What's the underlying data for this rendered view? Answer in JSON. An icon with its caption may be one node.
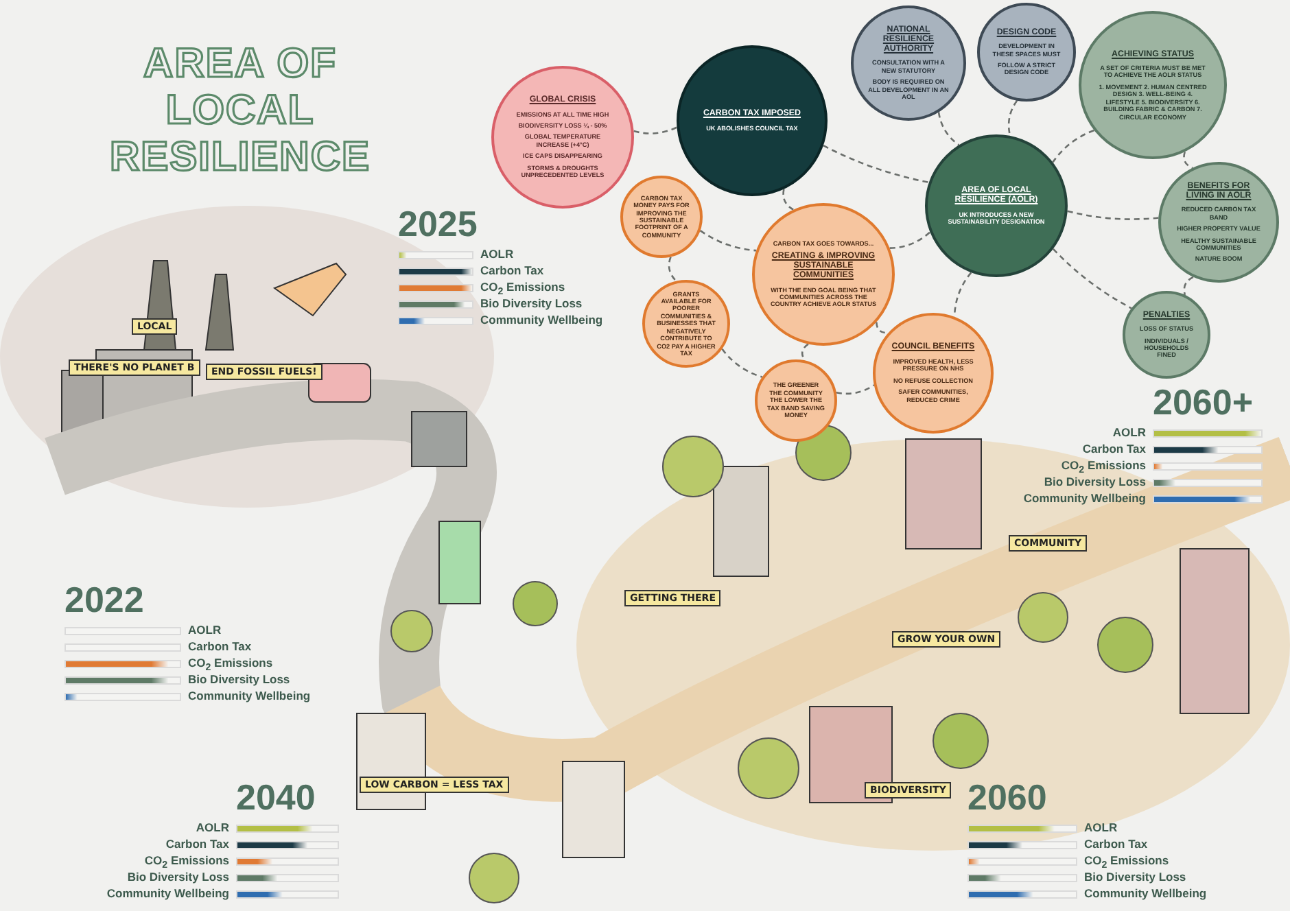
{
  "diagram": {
    "title": "AREA OF LOCAL RESILIENCE",
    "nodes": [
      {
        "text": [
          "GLOBAL CRISIS",
          "EMISSIONS AT ALL TIME HIGH",
          "BIODIVERSITY LOSS ¼ - 50%",
          "GLOBAL TEMPERATURE INCREASE (+4°C)",
          "ICE CAPS DISAPPEARING",
          "STORMS & DROUGHTS UNPRECEDENTED LEVELS"
        ]
      },
      {
        "text": [
          "CARBON TAX IMPOSED",
          "UK ABOLISHES COUNCIL TAX"
        ]
      },
      {
        "text": [
          "NATIONAL RESILIENCE AUTHORITY",
          "CONSULTATION WITH A NEW STATUTORY",
          "BODY IS REQUIRED ON ALL DEVELOPMENT IN AN AOL"
        ]
      },
      {
        "text": [
          "DESIGN CODE",
          "DEVELOPMENT IN THESE SPACES MUST",
          "FOLLOW A STRICT DESIGN CODE"
        ]
      },
      {
        "text": [
          "ACHIEVING STATUS",
          "A SET OF CRITERIA MUST BE MET TO ACHIEVE THE AOLR STATUS",
          "1. MOVEMENT 2. HUMAN CENTRED DESIGN 3. WELL-BEING 4. LIFESTYLE 5. BIODIVERSITY 6. BUILDING FABRIC & CARBON 7. CIRCULAR ECONOMY"
        ]
      },
      {
        "text": [
          "CARBON TAX MONEY PAYS FOR IMPROVING THE SUSTAINABLE FOOTPRINT OF A COMMUNITY"
        ]
      },
      {
        "text": [
          "CARBON TAX GOES TOWARDS...",
          "CREATING & IMPROVING SUSTAINABLE COMMUNITIES",
          "WITH THE END GOAL BEING THAT COMMUNITIES ACROSS THE COUNTRY ACHIEVE AOLR STATUS"
        ]
      },
      {
        "text": [
          "AREA OF LOCAL RESILIENCE (AOLR)",
          "UK INTRODUCES A NEW SUSTAINABILITY DESIGNATION"
        ]
      },
      {
        "text": [
          "BENEFITS FOR LIVING IN AOLR",
          "REDUCED CARBON TAX BAND",
          "HIGHER PROPERTY VALUE",
          "HEALTHY SUSTAINABLE COMMUNITIES",
          "NATURE BOOM"
        ]
      },
      {
        "text": [
          "GRANTS AVAILABLE FOR POORER COMMUNITIES & BUSINESSES THAT NEGATIVELY CONTRIBUTE TO CO2 PAY A HIGHER TAX"
        ]
      },
      {
        "text": [
          "COUNCIL BENEFITS",
          "IMPROVED HEALTH, LESS PRESSURE ON NHS",
          "NO REFUSE COLLECTION",
          "SAFER COMMUNITIES, REDUCED CRIME"
        ]
      },
      {
        "text": [
          "THE GREENER THE COMMUNITY THE LOWER THE TAX BAND SAVING MONEY"
        ]
      },
      {
        "text": [
          "PENALTIES",
          "LOSS OF STATUS",
          "INDIVIDUALS / HOUSEHOLDS FINED"
        ]
      }
    ],
    "edges": [
      {
        "from": 0,
        "to": 1,
        "arrow": "none",
        "style": "dashed"
      },
      {
        "from": 1,
        "to": 7,
        "arrow": "none",
        "style": "dashed"
      },
      {
        "from": 1,
        "to": 6,
        "arrow": "none",
        "style": "dashed"
      },
      {
        "from": 2,
        "to": 7,
        "arrow": "none",
        "style": "dashed"
      },
      {
        "from": 3,
        "to": 7,
        "arrow": "none",
        "style": "dashed"
      },
      {
        "from": 4,
        "to": 7,
        "arrow": "none",
        "style": "dashed"
      },
      {
        "from": 4,
        "to": 8,
        "arrow": "none",
        "style": "dashed"
      },
      {
        "from": 6,
        "to": 7,
        "arrow": "none",
        "style": "dashed"
      },
      {
        "from": 7,
        "to": 8,
        "arrow": "none",
        "style": "dashed"
      },
      {
        "from": 7,
        "to": 12,
        "arrow": "none",
        "style": "dashed"
      },
      {
        "from": 8,
        "to": 12,
        "arrow": "none",
        "style": "dashed"
      },
      {
        "from": 7,
        "to": 10,
        "arrow": "none",
        "style": "dashed"
      },
      {
        "from": 5,
        "to": 6,
        "arrow": "none",
        "style": "dashed"
      },
      {
        "from": 5,
        "to": 9,
        "arrow": "none",
        "style": "dashed"
      },
      {
        "from": 6,
        "to": 11,
        "arrow": "none",
        "style": "dashed"
      },
      {
        "from": 6,
        "to": 10,
        "arrow": "none",
        "style": "dashed"
      },
      {
        "from": 9,
        "to": 11,
        "arrow": "none",
        "style": "dashed"
      },
      {
        "from": 11,
        "to": 10,
        "arrow": "none",
        "style": "dashed"
      }
    ],
    "labels": [
      "2025",
      "AOLR",
      "Carbon Tax",
      "CO$_{2}$ Emissions",
      "Bio Diversity Loss",
      "Community Wellbeing",
      "2060+",
      "AOLR",
      "Carbon Tax",
      "CO$_{2}$ Emissions",
      "Bio Diversity Loss",
      "Community Wellbeing",
      "2022",
      "AOLR",
      "Carbon Tax",
      "CO$_{2}$ Emissions",
      "Bio Diversity Loss",
      "Community Wellbeing",
      "2040",
      "AOLR",
      "Carbon Tax",
      "CO$_{2}$ Emissions",
      "Bio Diversity Loss",
      "Community Wellbeing",
      "2060",
      "AOLR",
      "Carbon Tax",
      "CO$_{2}$ Emissions",
      "Bio Diversity Loss",
      "Community Wellbeing",
      "THERE'S NO PLANET B",
      "LOCAL",
      "END FOSSIL FUELS!",
      "GETTING THERE",
      "COMMUNITY",
      "GROW YOUR OWN",
      "LOW CARBON = LESS TAX",
      "BIODIVERSITY"
    ]
  }
}
